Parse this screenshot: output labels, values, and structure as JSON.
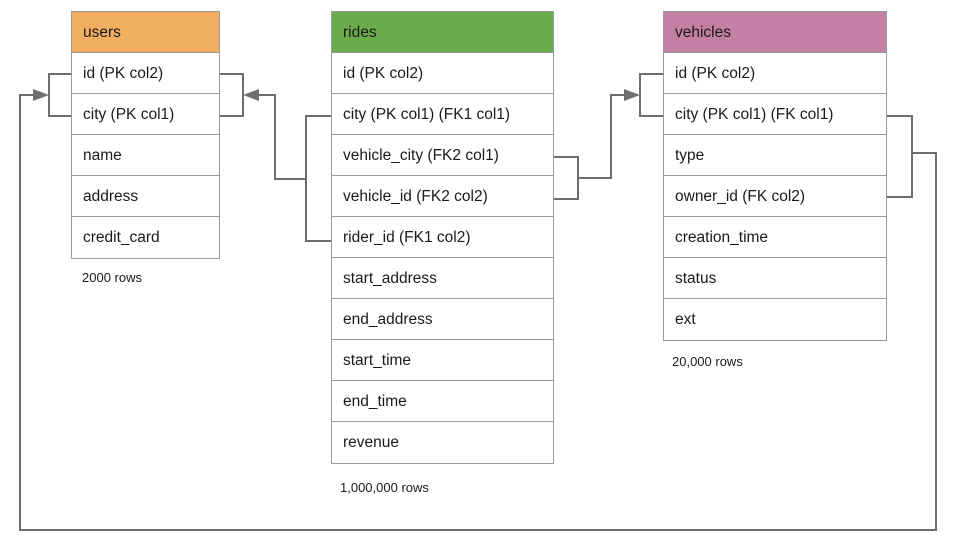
{
  "diagram": {
    "type": "entity-relationship-diagram",
    "title": "",
    "background_color": "#ffffff",
    "line_color": "#6e6e6e",
    "border_color": "#9a9a9a",
    "text_color": "#1a1a1a"
  },
  "tables": [
    {
      "name": "users",
      "header_color": "#f2ae60",
      "row_count_label": "2000 rows",
      "columns": [
        "id (PK col2)",
        "city (PK col1)",
        "name",
        "address",
        "credit_card"
      ]
    },
    {
      "name": "rides",
      "header_color": "#6aab4a",
      "row_count_label": "1,000,000 rows",
      "columns": [
        "id (PK col2)",
        "city (PK col1) (FK1 col1)",
        "vehicle_city (FK2 col1)",
        "vehicle_id (FK2 col2)",
        "rider_id (FK1 col2)",
        "start_address",
        "end_address",
        "start_time",
        "end_time",
        "revenue"
      ]
    },
    {
      "name": "vehicles",
      "header_color": "#c47fa5",
      "row_count_label": "20,000 rows",
      "columns": [
        "id (PK col2)",
        "city (PK col1) (FK col1)",
        "type",
        "owner_id (FK col2)",
        "creation_time",
        "status",
        "ext"
      ]
    }
  ],
  "relationships": [
    {
      "name": "rides-fk1-to-users",
      "from_table": "rides",
      "from_columns": [
        "city (PK col1) (FK1 col1)",
        "rider_id (FK1 col2)"
      ],
      "to_table": "users",
      "to_columns": [
        "id (PK col2)",
        "city (PK col1)"
      ],
      "arrow": "to-users"
    },
    {
      "name": "rides-fk2-to-vehicles",
      "from_table": "rides",
      "from_columns": [
        "vehicle_city (FK2 col1)",
        "vehicle_id (FK2 col2)"
      ],
      "to_table": "vehicles",
      "to_columns": [
        "id (PK col2)",
        "city (PK col1) (FK col1)"
      ],
      "arrow": "to-vehicles"
    },
    {
      "name": "vehicles-fk-to-users",
      "from_table": "vehicles",
      "from_columns": [
        "city (PK col1) (FK col1)",
        "owner_id (FK col2)"
      ],
      "to_table": "users",
      "to_columns": [
        "id (PK col2)",
        "city (PK col1)"
      ],
      "arrow": "to-users"
    }
  ]
}
